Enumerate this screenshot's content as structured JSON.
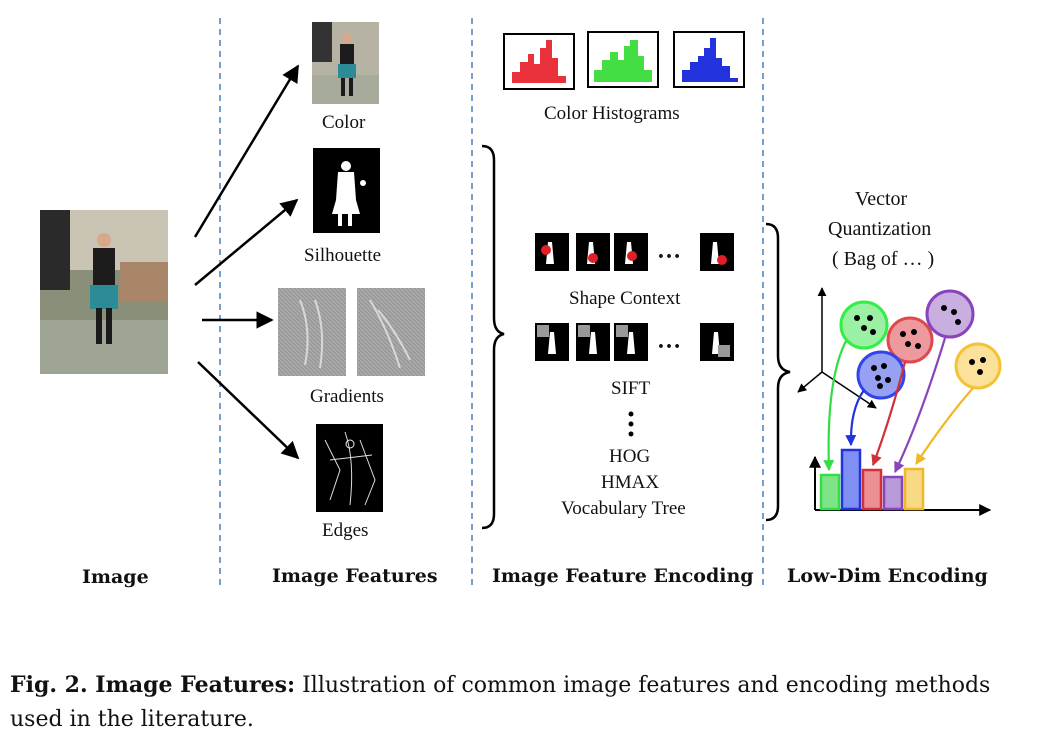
{
  "columns": {
    "image": "Image",
    "features": "Image Features",
    "encoding": "Image Feature Encoding",
    "lowdim": "Low-Dim Encoding"
  },
  "features": {
    "color": "Color",
    "silhouette": "Silhouette",
    "gradients": "Gradients",
    "edges": "Edges"
  },
  "encoding": {
    "color_histograms": "Color Histograms",
    "shape_context": "Shape Context",
    "ellipsis": "…",
    "sift": "SIFT",
    "hog": "HOG",
    "hmax": "HMAX",
    "vocab_tree": "Vocabulary Tree"
  },
  "lowdim": {
    "line1": "Vector",
    "line2": "Quantization",
    "line3": "( Bag of … )"
  },
  "colors": {
    "red": "#e8313a",
    "green": "#44dd44",
    "blue": "#2233dd",
    "green_cluster": "#33ee44",
    "red_cluster": "#e0484c",
    "blue_cluster": "#3344ee",
    "purple_cluster": "#8844bb",
    "yellow_cluster": "#f5c233"
  },
  "caption": {
    "label": "Fig. 2. Image Features:",
    "text": " Illustration of common image features and encoding methods used in the literature."
  }
}
